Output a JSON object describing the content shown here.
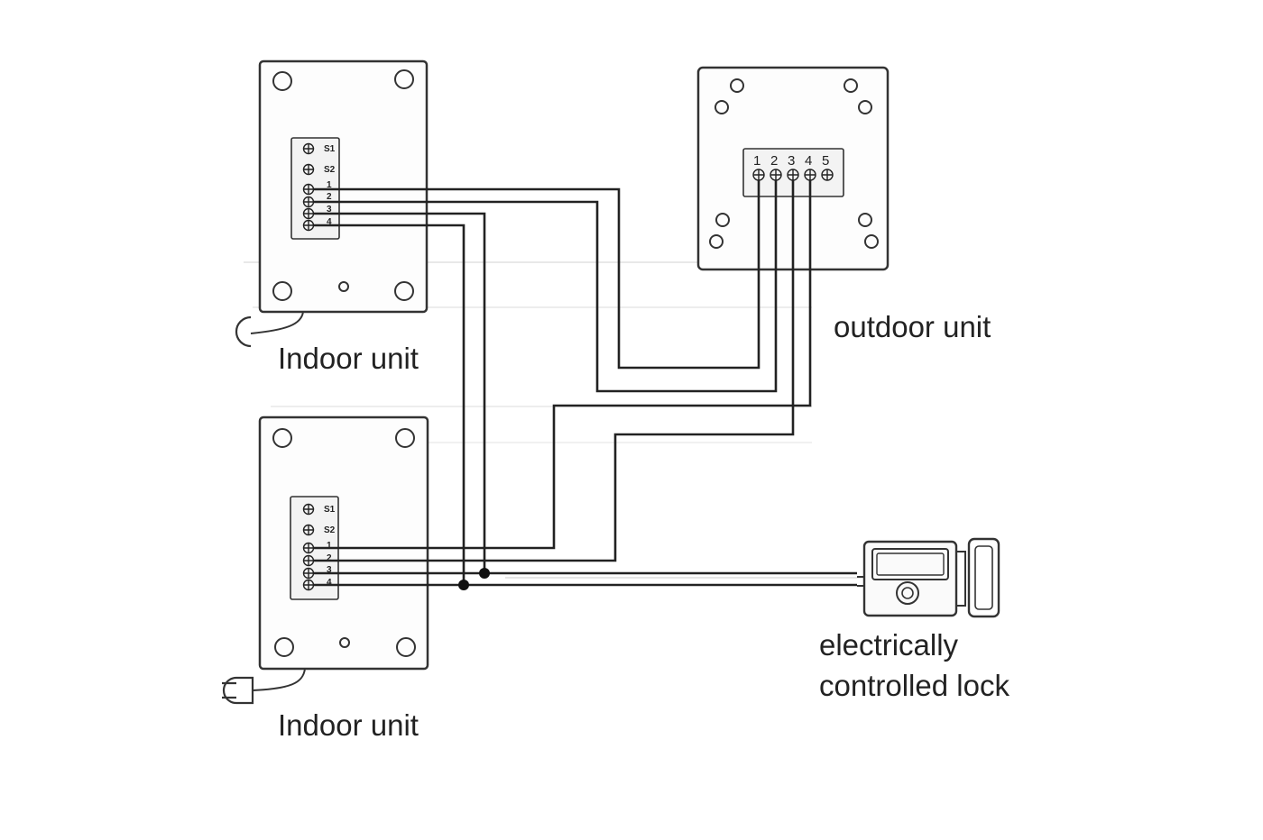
{
  "diagram": {
    "labels": {
      "indoor_unit_top": "Indoor unit",
      "indoor_unit_bottom": "Indoor unit",
      "outdoor_unit": "outdoor unit",
      "lock_line1": "electrically",
      "lock_line2": "controlled lock"
    },
    "indoor_terminals": [
      "S1",
      "S2",
      "1",
      "2",
      "3",
      "4"
    ],
    "outdoor_terminals": [
      "1",
      "2",
      "3",
      "4",
      "5"
    ],
    "icons": [
      "mounting-hole-icon",
      "power-plug-icon",
      "terminal-screw-icon",
      "lock-icon"
    ],
    "colors": {
      "line": "#222222",
      "background": "#ffffff"
    }
  }
}
